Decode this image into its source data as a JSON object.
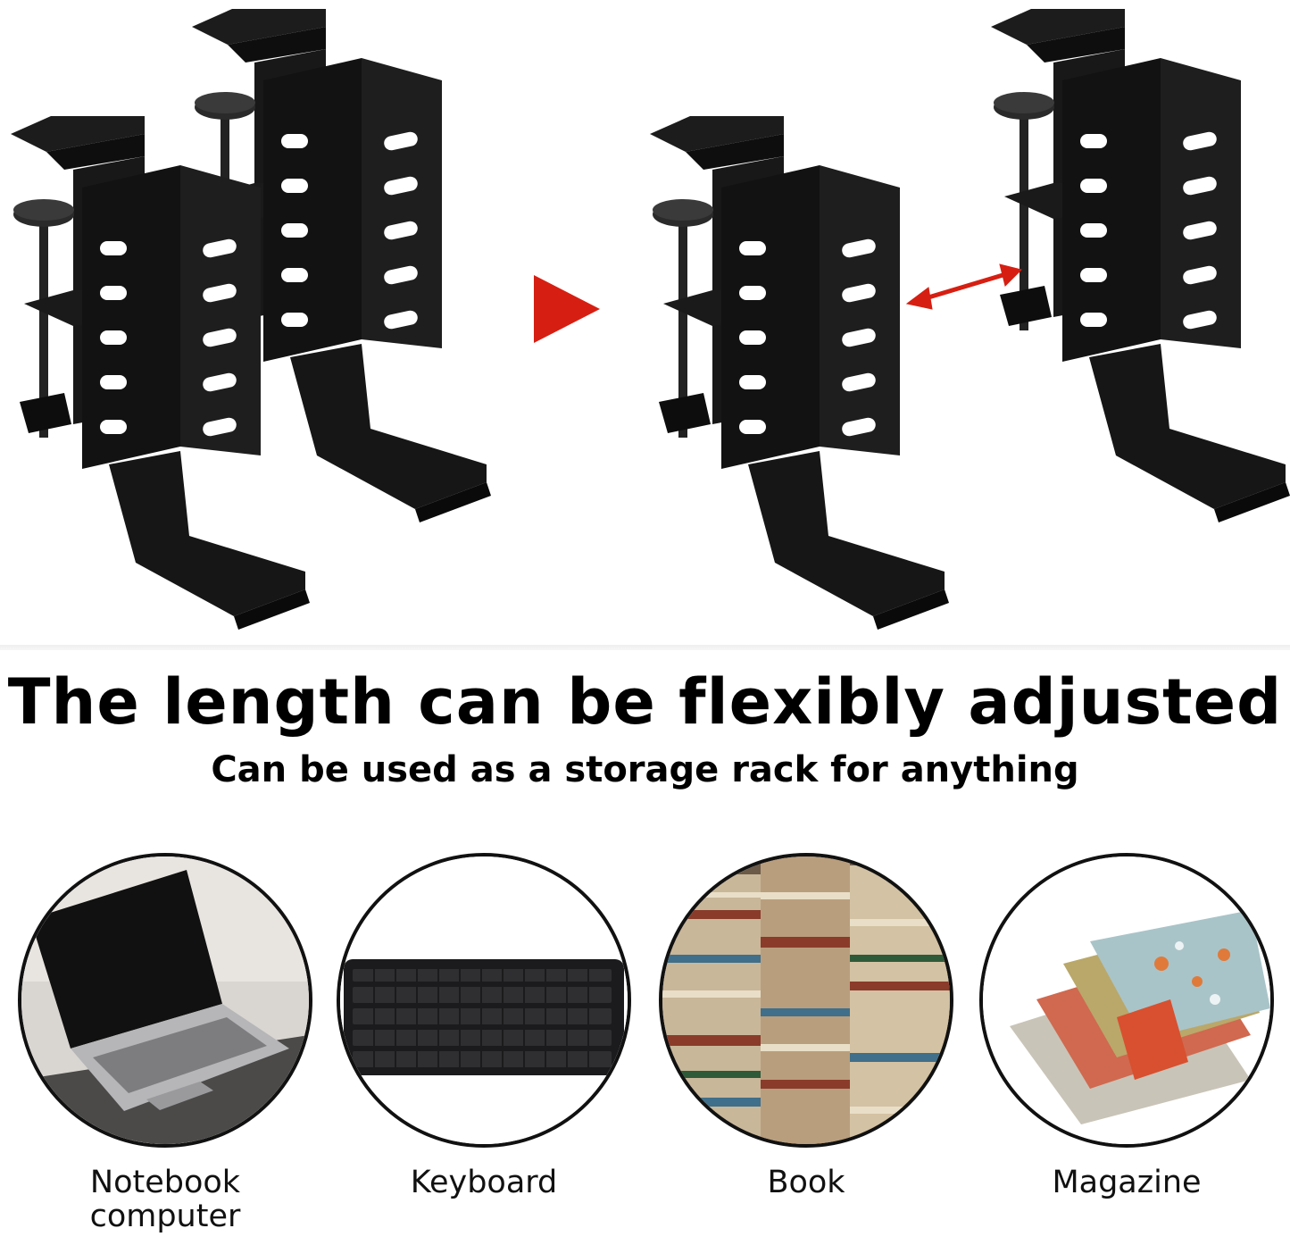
{
  "headline": "The length can be flexibly adjusted",
  "subheadline": "Can be used as a storage rack for anything",
  "colors": {
    "accent": "#d61f12",
    "product": "#141414",
    "text": "#000000"
  },
  "icons": {
    "transition": "play-arrow-icon",
    "adjust": "double-arrow-icon"
  },
  "uses": [
    {
      "label": "Notebook\ncomputer",
      "image": "laptop-image"
    },
    {
      "label": "Keyboard",
      "image": "keyboard-image"
    },
    {
      "label": "Book",
      "image": "book-stack-image"
    },
    {
      "label": "Magazine",
      "image": "magazine-image"
    }
  ]
}
